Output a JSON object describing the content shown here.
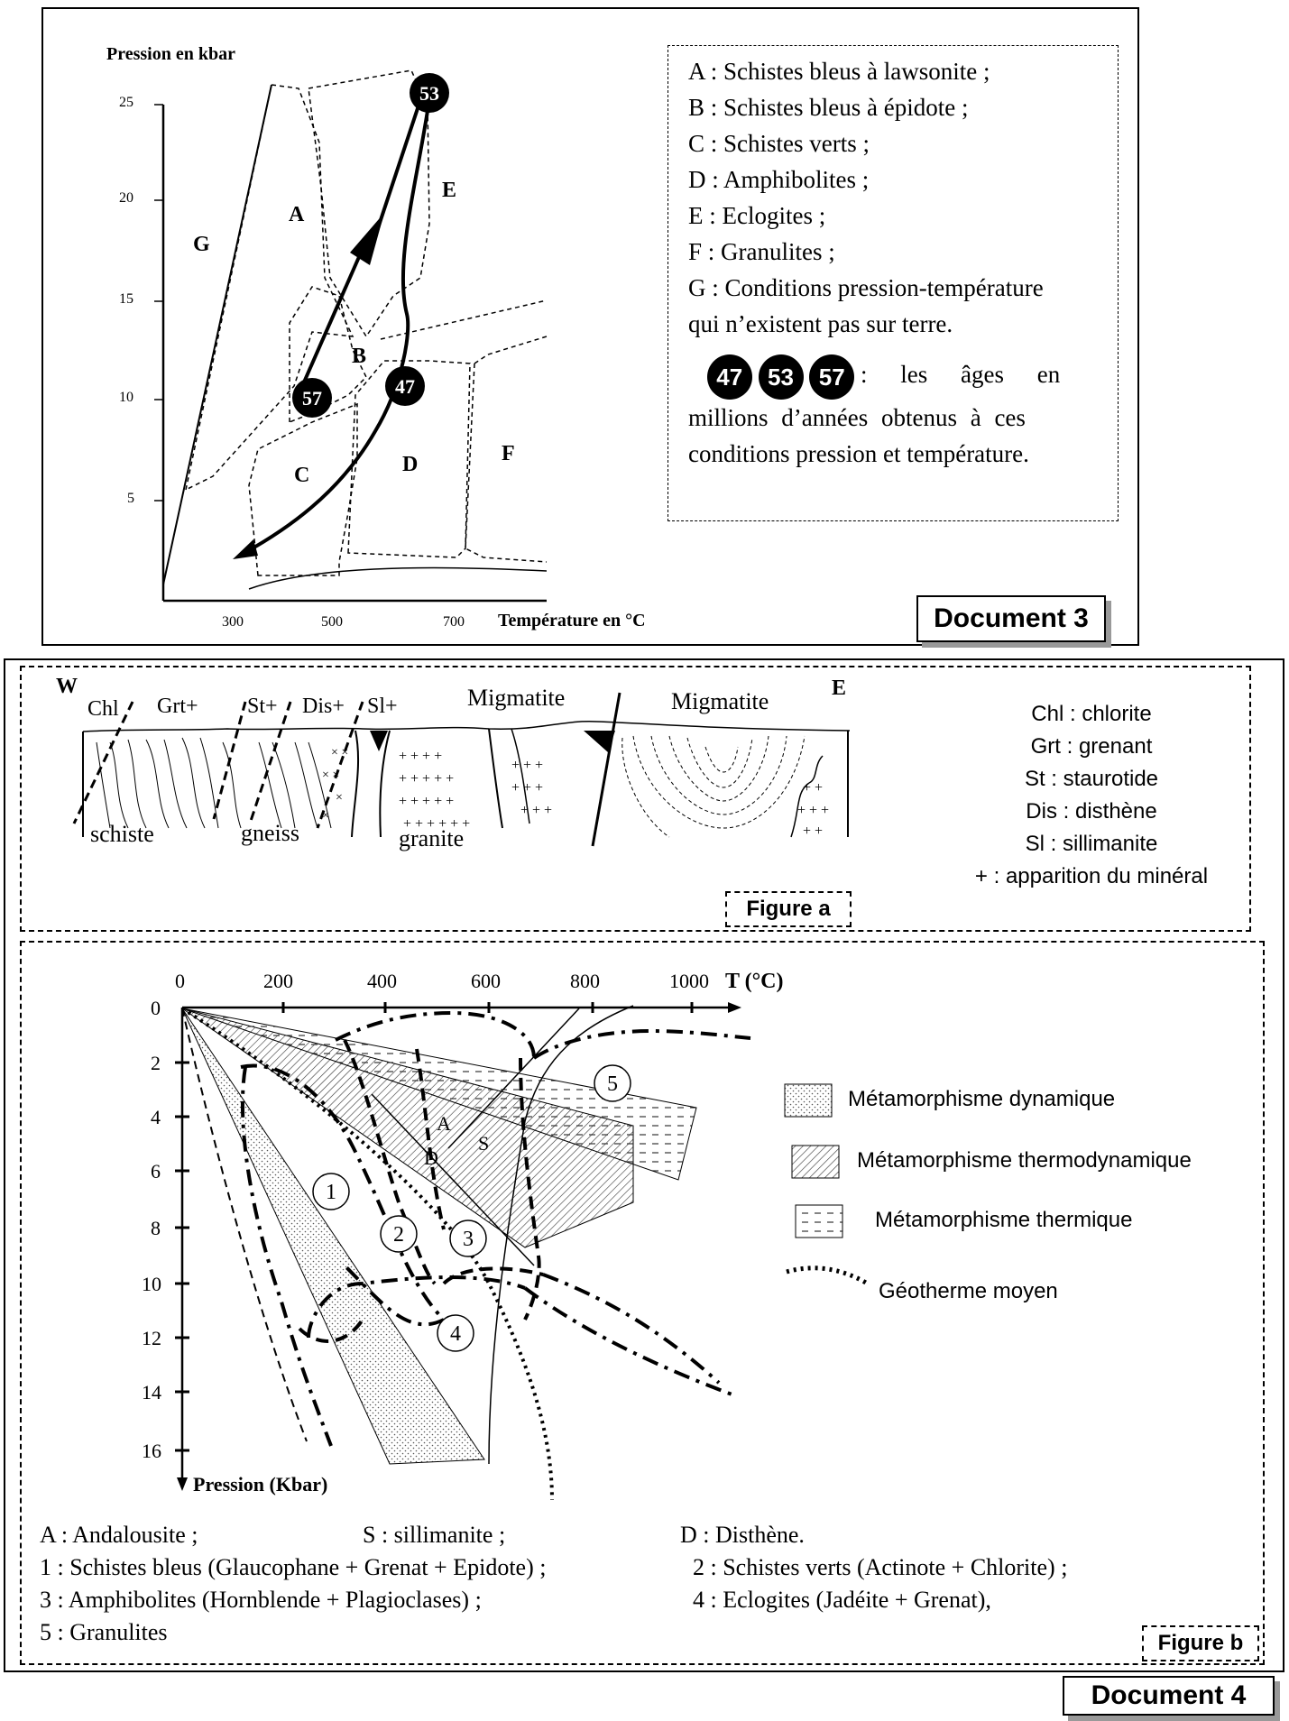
{
  "document3": {
    "title": "Document 3",
    "y_axis_label": "Pression en kbar",
    "x_axis_label": "Température en °C",
    "y_ticks": [
      "25",
      "20",
      "15",
      "10",
      "5"
    ],
    "x_ticks": [
      "300",
      "500",
      "700"
    ],
    "zones": [
      "A",
      "B",
      "C",
      "D",
      "E",
      "F",
      "G"
    ],
    "ages": [
      "53",
      "47",
      "57"
    ],
    "legend": [
      "A : Schistes bleus à lawsonite ;",
      "B : Schistes bleus à épidote ;",
      "C : Schistes verts ;",
      "D : Amphibolites ;",
      "E : Eclogites ;",
      "F : Granulites ;"
    ],
    "legend_g_line1": "G : Conditions pression-température",
    "legend_g_line2": "qui n’existent pas sur terre.",
    "age_badges": [
      "47",
      "53",
      "57"
    ],
    "age_text_1": ": les âges en",
    "age_text_2": "millions d’années obtenus à ces",
    "age_text_3": "conditions pression et température."
  },
  "figure_a": {
    "label": "Figure a",
    "west": "W",
    "east": "E",
    "zone_labels": [
      "Chl",
      "Grt+",
      "St+",
      "Dis+",
      "Sl+"
    ],
    "migmatite_1": "Migmatite",
    "migmatite_2": "Migmatite",
    "rock_labels": [
      "schiste",
      "gneiss",
      "granite"
    ],
    "key": [
      "Chl : chlorite",
      "Grt : grenant",
      "St : staurotide",
      "Dis : disthène",
      "Sl : sillimanite",
      "+ : apparition du minéral"
    ]
  },
  "figure_b": {
    "label": "Figure b",
    "x_axis_label": "T (°C)",
    "y_axis_label": "Pression (Kbar)",
    "x_ticks": [
      "0",
      "200",
      "400",
      "600",
      "800",
      "1000"
    ],
    "y_ticks": [
      "0",
      "2",
      "4",
      "6",
      "8",
      "10",
      "12",
      "14",
      "16"
    ],
    "point_labels": [
      "A",
      "S",
      "D"
    ],
    "facies_numbers": [
      "1",
      "2",
      "3",
      "4",
      "5"
    ],
    "key": [
      "Métamorphisme dynamique",
      "Métamorphisme thermodynamique",
      "Métamorphisme thermique",
      "Géotherme moyen"
    ],
    "bottom_legend": {
      "row1_a": "A : Andalousite ;",
      "row1_b": "S : sillimanite ;",
      "row1_c": "D : Disthène.",
      "row2_a": "1 : Schistes bleus (Glaucophane + Grenat + Epidote) ;",
      "row2_b": "2 : Schistes verts (Actinote + Chlorite) ;",
      "row3_a": "3 : Amphibolites (Hornblende + Plagioclases) ;",
      "row3_b": "4 : Eclogites (Jadéite + Grenat),",
      "row4_a": "5 : Granulites"
    }
  },
  "document4": {
    "title": "Document 4"
  }
}
